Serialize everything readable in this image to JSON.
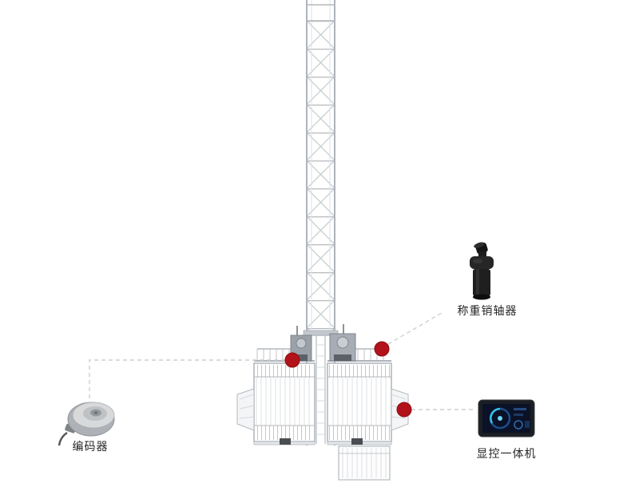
{
  "diagram": {
    "title_hidden": "",
    "callouts": [
      {
        "id": "encoder",
        "label": "编码器"
      },
      {
        "id": "load_pin",
        "label": "称重销轴器"
      },
      {
        "id": "display",
        "label": "显控一体机"
      }
    ]
  },
  "colors": {
    "marker_red": "#b2121a",
    "marker_red_edge": "#8e0d12",
    "callout_line": "#cfcfcf",
    "structure_gray": "#aeb4ba",
    "text": "#262626"
  }
}
